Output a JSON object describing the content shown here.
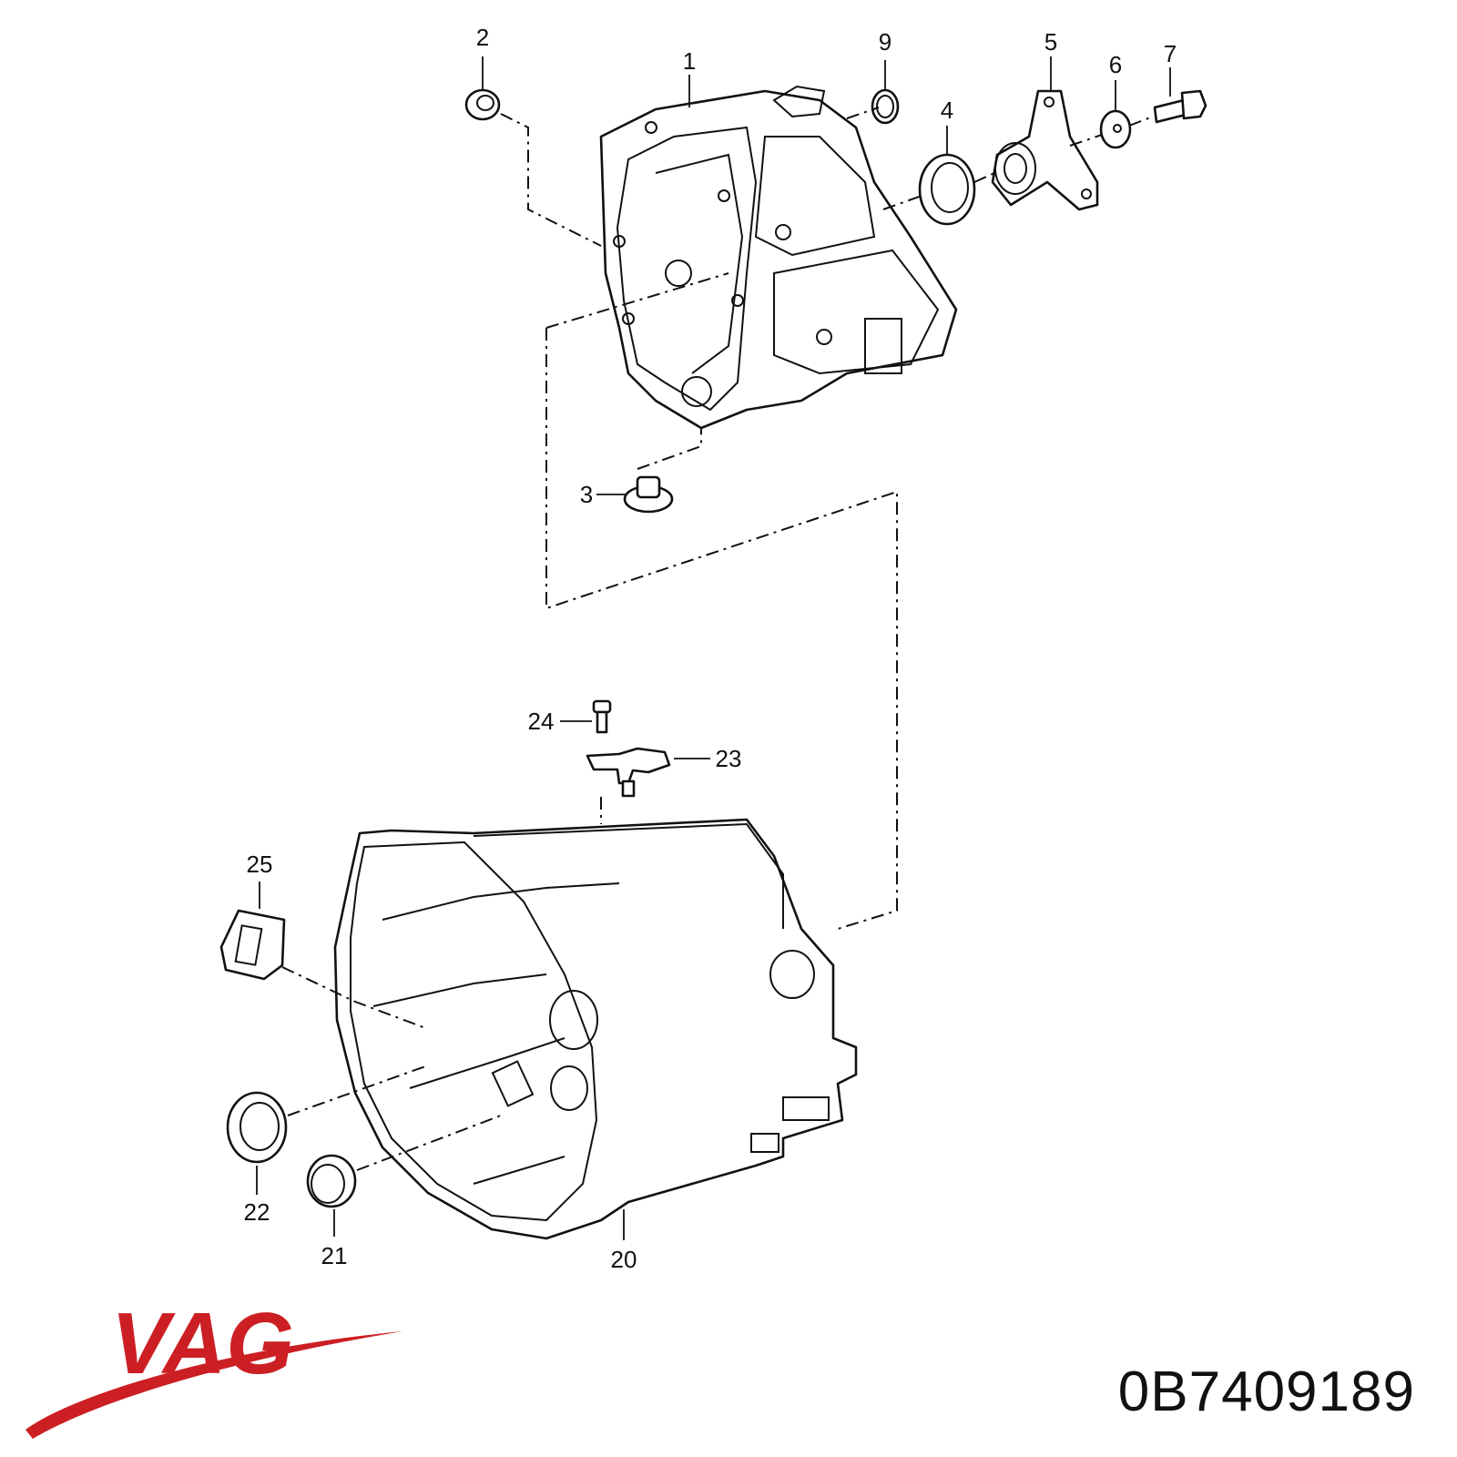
{
  "brand": {
    "name": "VAG",
    "color": "#cc1f24"
  },
  "part_number": "0B7409189",
  "callouts": {
    "c1": "1",
    "c2": "2",
    "c3": "3",
    "c4": "4",
    "c5": "5",
    "c6": "6",
    "c7": "7",
    "c9": "9",
    "c20": "20",
    "c21": "21",
    "c22": "22",
    "c23": "23",
    "c24": "24",
    "c25": "25"
  }
}
